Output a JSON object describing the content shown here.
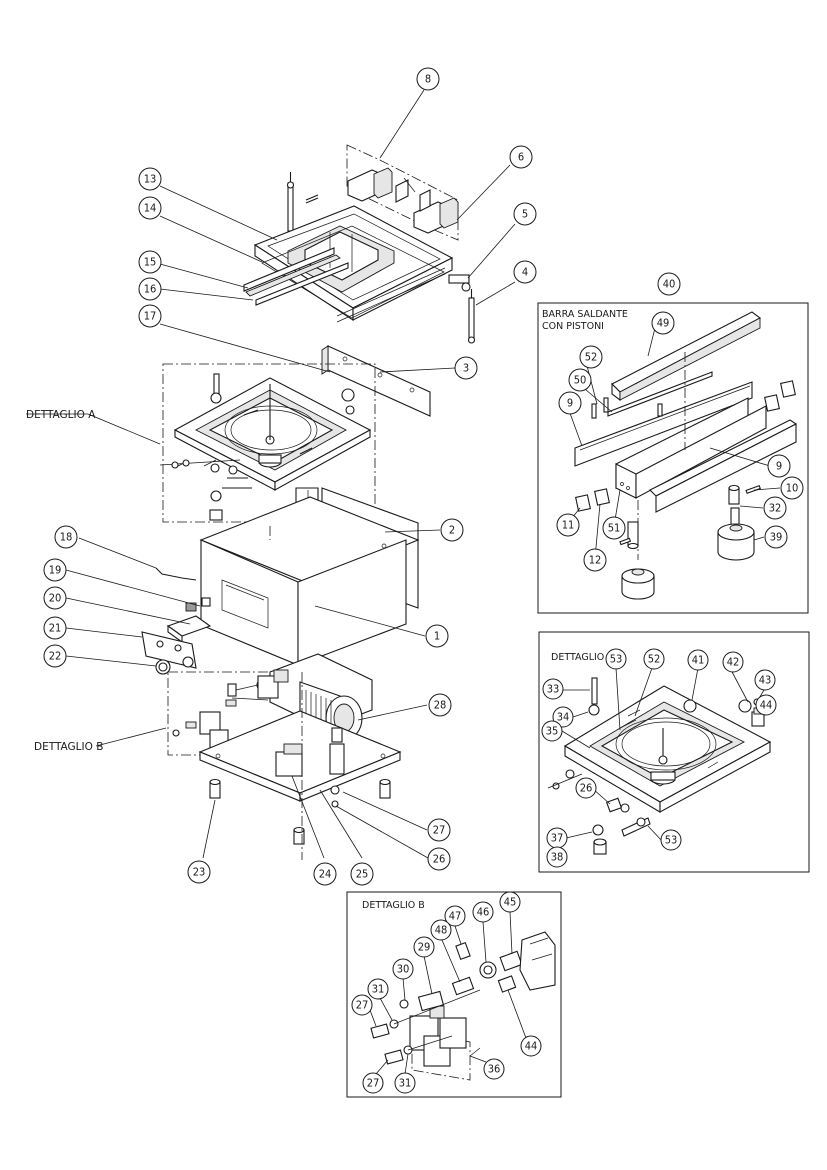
{
  "labels": {
    "dettaglio_a_main": "DETTAGLIO A",
    "dettaglio_b_main": "DETTAGLIO B",
    "barra_line1": "BARRA SALDANTE",
    "barra_line2": "CON PISTONI",
    "dettaglio_a_box": "DETTAGLIO A",
    "dettaglio_b_box": "DETTAGLIO B"
  },
  "callouts": [
    {
      "id": "c8",
      "text": "8"
    },
    {
      "id": "c6",
      "text": "6"
    },
    {
      "id": "c5",
      "text": "5"
    },
    {
      "id": "c4",
      "text": "4"
    },
    {
      "id": "c13",
      "text": "13"
    },
    {
      "id": "c14",
      "text": "14"
    },
    {
      "id": "c15",
      "text": "15"
    },
    {
      "id": "c16",
      "text": "16"
    },
    {
      "id": "c17",
      "text": "17"
    },
    {
      "id": "c3",
      "text": "3"
    },
    {
      "id": "c2",
      "text": "2"
    },
    {
      "id": "c18",
      "text": "18"
    },
    {
      "id": "c19",
      "text": "19"
    },
    {
      "id": "c20",
      "text": "20"
    },
    {
      "id": "c21",
      "text": "21"
    },
    {
      "id": "c22",
      "text": "22"
    },
    {
      "id": "c1",
      "text": "1"
    },
    {
      "id": "c28",
      "text": "28"
    },
    {
      "id": "c27a",
      "text": "27"
    },
    {
      "id": "c26a",
      "text": "26"
    },
    {
      "id": "c23",
      "text": "23"
    },
    {
      "id": "c24",
      "text": "24"
    },
    {
      "id": "c25",
      "text": "25"
    },
    {
      "id": "c40",
      "text": "40"
    },
    {
      "id": "c49",
      "text": "49"
    },
    {
      "id": "c52a",
      "text": "52"
    },
    {
      "id": "c50",
      "text": "50"
    },
    {
      "id": "c9a",
      "text": "9"
    },
    {
      "id": "c9b",
      "text": "9"
    },
    {
      "id": "c10",
      "text": "10"
    },
    {
      "id": "c32",
      "text": "32"
    },
    {
      "id": "c39",
      "text": "39"
    },
    {
      "id": "c11",
      "text": "11"
    },
    {
      "id": "c12",
      "text": "12"
    },
    {
      "id": "c51",
      "text": "51"
    },
    {
      "id": "c53a",
      "text": "53"
    },
    {
      "id": "c52b",
      "text": "52"
    },
    {
      "id": "c41",
      "text": "41"
    },
    {
      "id": "c42",
      "text": "42"
    },
    {
      "id": "c43",
      "text": "43"
    },
    {
      "id": "c44a",
      "text": "44"
    },
    {
      "id": "c33",
      "text": "33"
    },
    {
      "id": "c34",
      "text": "34"
    },
    {
      "id": "c35",
      "text": "35"
    },
    {
      "id": "c26b",
      "text": "26"
    },
    {
      "id": "c37",
      "text": "37"
    },
    {
      "id": "c38",
      "text": "38"
    },
    {
      "id": "c53b",
      "text": "53"
    },
    {
      "id": "c47",
      "text": "47"
    },
    {
      "id": "c46",
      "text": "46"
    },
    {
      "id": "c45",
      "text": "45"
    },
    {
      "id": "c48",
      "text": "48"
    },
    {
      "id": "c29",
      "text": "29"
    },
    {
      "id": "c30",
      "text": "30"
    },
    {
      "id": "c31a",
      "text": "31"
    },
    {
      "id": "c27b",
      "text": "27"
    },
    {
      "id": "c44b",
      "text": "44"
    },
    {
      "id": "c27c",
      "text": "27"
    },
    {
      "id": "c31b",
      "text": "31"
    },
    {
      "id": "c36",
      "text": "36"
    }
  ]
}
